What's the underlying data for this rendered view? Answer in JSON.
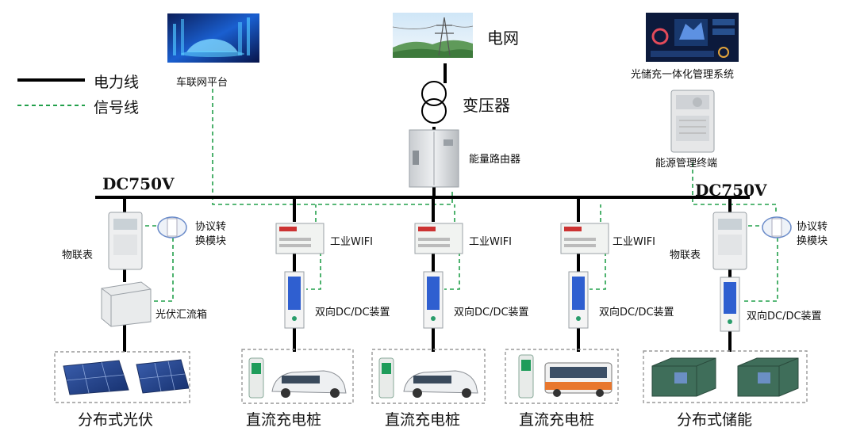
{
  "legend": {
    "power_line": "电力线",
    "signal_line": "信号线"
  },
  "top": {
    "iov_platform": "车联网平台",
    "grid": "电网",
    "transformer": "变压器",
    "pvs_system": "光储充一体化管理系统",
    "energy_router": "能量路由器",
    "energy_terminal": "能源管理终端"
  },
  "bus": {
    "left_label": "DC750V",
    "right_label": "DC750V"
  },
  "left_branch": {
    "meter": "物联表",
    "protocol_converter_line1": "协议转",
    "protocol_converter_line2": "换模块",
    "pv_combiner": "光伏汇流箱",
    "bottom": "分布式光伏"
  },
  "middle_branches": [
    {
      "wifi": "工业WIFI",
      "dcdc": "双向DC/DC装置",
      "bottom": "直流充电桩"
    },
    {
      "wifi": "工业WIFI",
      "dcdc": "双向DC/DC装置",
      "bottom": "直流充电桩"
    },
    {
      "wifi": "工业WIFI",
      "dcdc": "双向DC/DC装置",
      "bottom": "直流充电桩"
    }
  ],
  "right_branch": {
    "meter": "物联表",
    "protocol_converter_line1": "协议转",
    "protocol_converter_line2": "换模块",
    "dcdc": "双向DC/DC装置",
    "bottom": "分布式储能"
  },
  "colors": {
    "power_line": "#000000",
    "signal_line": "#22a04b",
    "device_panel": "#2f5fd0",
    "dashed_box": "#999999"
  }
}
